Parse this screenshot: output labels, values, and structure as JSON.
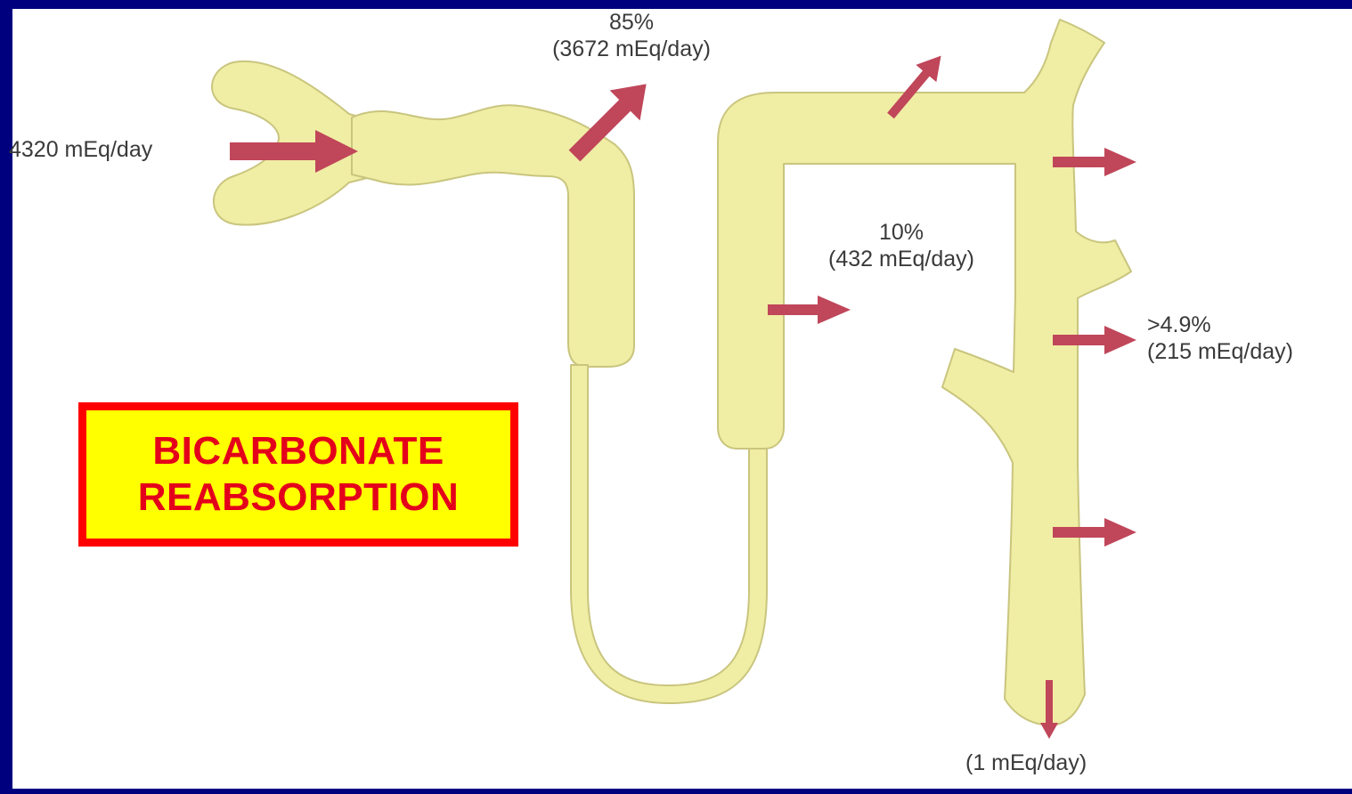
{
  "title": {
    "line1": "BICARBONATE",
    "line2": "REABSORPTION"
  },
  "labels": {
    "filtered_load": "4320 mEq/day",
    "proximal_percent": "85%",
    "proximal_amount": "(3672 mEq/day)",
    "loop_percent": "10%",
    "loop_amount": "(432 mEq/day)",
    "collecting_percent": ">4.9%",
    "collecting_amount": "(215 mEq/day)",
    "urine_amount": "(1 mEq/day)"
  },
  "colors": {
    "background": "#00007f",
    "tubule_fill": "#f0eda4",
    "tubule_outline": "#c9c57e",
    "arrow": "#c0465a",
    "title_text": "#e4001b",
    "title_fill": "#ffff00",
    "title_border": "#ff0000"
  }
}
